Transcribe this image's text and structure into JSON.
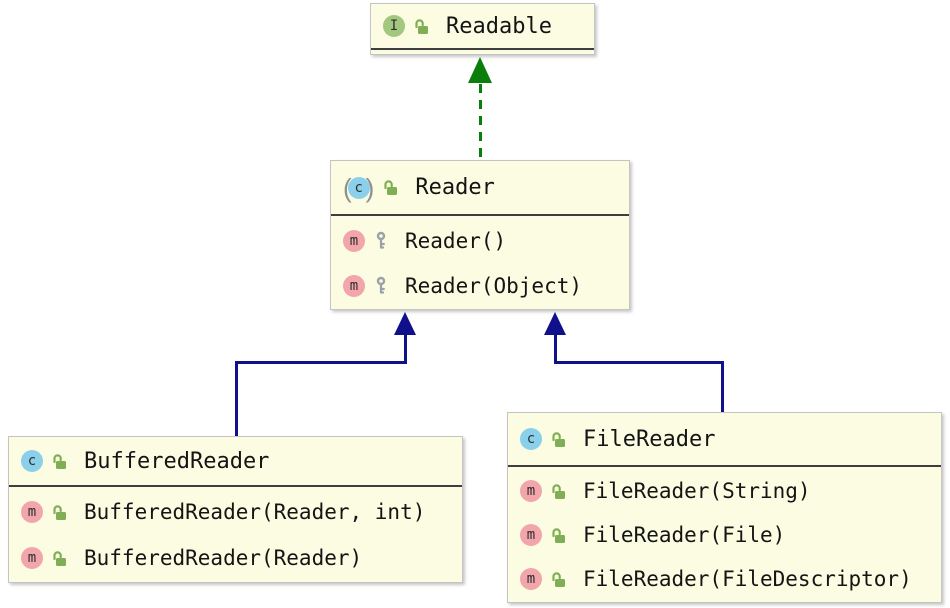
{
  "icons": {
    "interface_letter": "I",
    "class_letter": "c",
    "method_letter": "m"
  },
  "classes": {
    "readable": {
      "name": "Readable",
      "stereotype": "interface",
      "visibility": "public"
    },
    "reader": {
      "name": "Reader",
      "stereotype": "abstract class",
      "visibility": "public",
      "members": [
        {
          "label": "Reader()",
          "kind": "constructor",
          "visibility": "protected"
        },
        {
          "label": "Reader(Object)",
          "kind": "constructor",
          "visibility": "protected"
        }
      ]
    },
    "buffered_reader": {
      "name": "BufferedReader",
      "stereotype": "class",
      "visibility": "public",
      "members": [
        {
          "label": "BufferedReader(Reader, int)",
          "kind": "constructor",
          "visibility": "public"
        },
        {
          "label": "BufferedReader(Reader)",
          "kind": "constructor",
          "visibility": "public"
        }
      ]
    },
    "file_reader": {
      "name": "FileReader",
      "stereotype": "class",
      "visibility": "public",
      "members": [
        {
          "label": "FileReader(String)",
          "kind": "constructor",
          "visibility": "public"
        },
        {
          "label": "FileReader(File)",
          "kind": "constructor",
          "visibility": "public"
        },
        {
          "label": "FileReader(FileDescriptor)",
          "kind": "constructor",
          "visibility": "public"
        }
      ]
    }
  },
  "edges": [
    {
      "from": "Reader",
      "to": "Readable",
      "relation": "implements",
      "line_style": "dashed",
      "color": "#0b7d0b"
    },
    {
      "from": "BufferedReader",
      "to": "Reader",
      "relation": "extends",
      "line_style": "solid",
      "color": "#10108c"
    },
    {
      "from": "FileReader",
      "to": "Reader",
      "relation": "extends",
      "line_style": "solid",
      "color": "#10108c"
    }
  ],
  "colors": {
    "node_background": "#fbfce1",
    "node_border": "#c4c4c4",
    "header_separator": "#3e3e3e",
    "interface_badge": "#a3c77e",
    "class_badge": "#8bd0ea",
    "method_badge": "#f2a5aa",
    "public_padlock": "#7fae54",
    "protected_key": "#9ba1a8",
    "implements_edge": "#0b7d0b",
    "extends_edge": "#10108c",
    "text": "#141414"
  }
}
